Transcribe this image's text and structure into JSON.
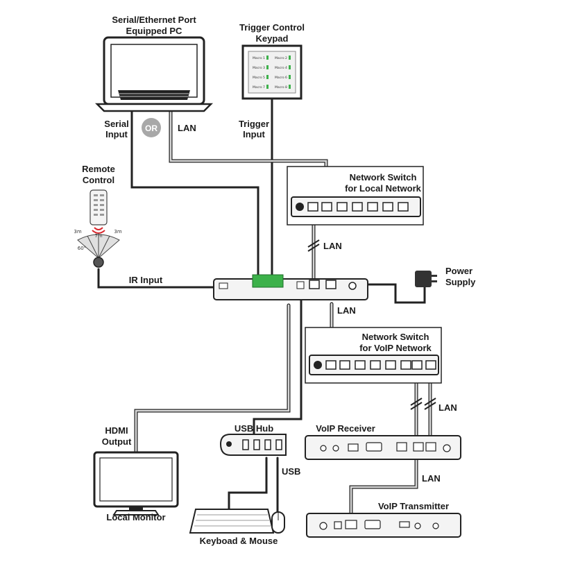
{
  "labels": {
    "pc_line1": "Serial/Ethernet Port",
    "pc_line2": "Equipped PC",
    "keypad_line1": "Trigger Control",
    "keypad_line2": "Keypad",
    "serial_line1": "Serial",
    "serial_line2": "Input",
    "or": "OR",
    "lan_pc": "LAN",
    "trigger_line1": "Trigger",
    "trigger_line2": "Input",
    "remote_line1": "Remote",
    "remote_line2": "Control",
    "range_left": "3m",
    "range_mid": "7m",
    "range_right": "3m",
    "angle": "60°",
    "ir_input": "IR Input",
    "switch_local_line1": "Network Switch",
    "switch_local_line2": "for Local Network",
    "lan_upper": "LAN",
    "power_line1": "Power",
    "power_line2": "Supply",
    "lan_lower": "LAN",
    "switch_voip_line1": "Network Switch",
    "switch_voip_line2": "for VoIP Network",
    "lan_voip": "LAN",
    "hdmi_line1": "HDMI",
    "hdmi_line2": "Output",
    "usb_hub": "USB Hub",
    "voip_receiver": "VoIP Receiver",
    "usb": "USB",
    "lan_tx": "LAN",
    "local_monitor": "Local Monitor",
    "voip_transmitter": "VoIP Transmitter",
    "keyboard_mouse": "Keyboad & Mouse"
  },
  "keypad_buttons": [
    "Macro 1",
    "Macro 2",
    "Macro 3",
    "Macro 4",
    "Macro 5",
    "Macro 6",
    "Macro 7",
    "Macro 8"
  ],
  "colors": {
    "line": "#222222",
    "cable_grey": "#9a9a9a",
    "device_fill": "#f4f4f4",
    "green_connector": "#3cb14a",
    "remote_red": "#d9262c"
  }
}
